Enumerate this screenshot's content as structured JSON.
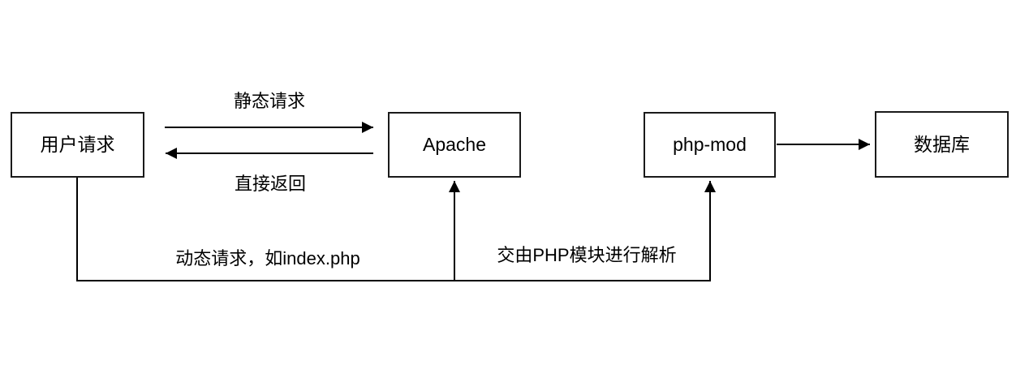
{
  "diagram": {
    "colors": {
      "background": "#ffffff",
      "line": "#000000",
      "node_border": "#1a1a1a",
      "text": "#000000"
    },
    "nodes": [
      {
        "id": "user-request",
        "label": "用户请求"
      },
      {
        "id": "apache",
        "label": "Apache"
      },
      {
        "id": "php-mod",
        "label": "php-mod"
      },
      {
        "id": "database",
        "label": "数据库"
      }
    ],
    "edges": [
      {
        "id": "static-request",
        "from": "用户请求",
        "to": "Apache",
        "label": "静态请求"
      },
      {
        "id": "direct-return",
        "from": "Apache",
        "to": "用户请求",
        "label": "直接返回"
      },
      {
        "id": "dynamic-request",
        "from": "用户请求",
        "to": "Apache",
        "label": "动态请求，如index.php"
      },
      {
        "id": "php-parse",
        "from": "Apache",
        "to": "php-mod",
        "label": "交由PHP模块进行解析"
      },
      {
        "id": "php-to-database",
        "from": "php-mod",
        "to": "数据库",
        "label": ""
      }
    ]
  }
}
